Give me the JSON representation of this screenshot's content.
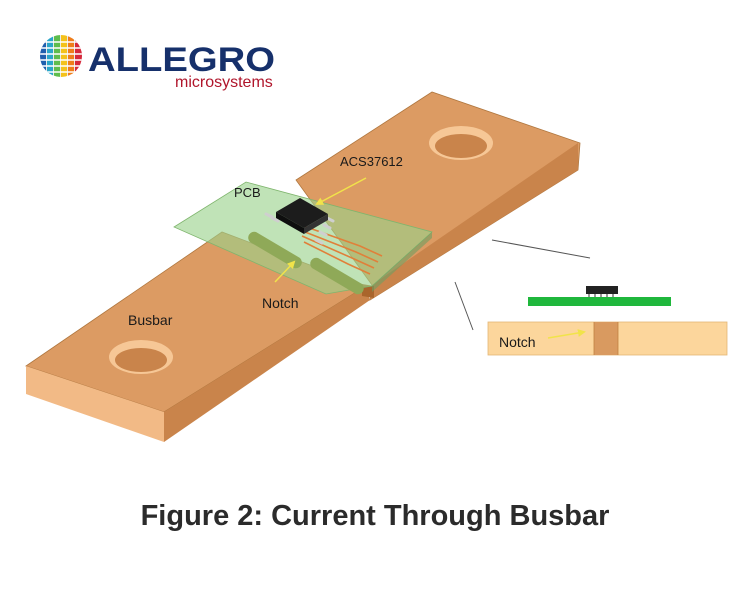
{
  "brand": {
    "name": "ALLEGRO",
    "tagline": "microsystems"
  },
  "labels": {
    "pcb": "PCB",
    "sensor": "ACS37612",
    "notch": "Notch",
    "busbar": "Busbar",
    "inset_notch": "Notch"
  },
  "caption": "Figure 2: Current Through Busbar",
  "colors": {
    "busbar_top": "#dc9b63",
    "busbar_side": "#c9844b",
    "busbar_front": "#f2ba86",
    "pcb_green": "#9ad28a",
    "pcb_bright": "#1fb73c",
    "chip": "#222222",
    "pointer": "#f1e34a",
    "inset_body": "#fcd69c",
    "brand_blue": "#16306b",
    "brand_red": "#b0152b"
  }
}
